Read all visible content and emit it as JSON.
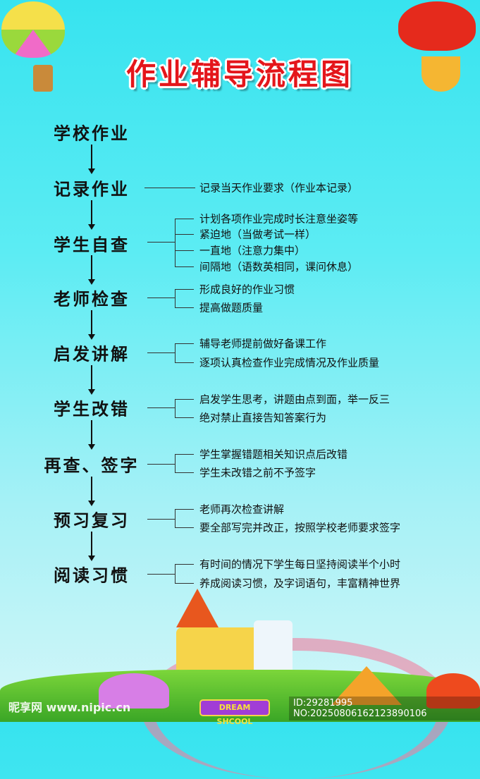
{
  "title": "作业辅导流程图",
  "steps": [
    {
      "label": "学校作业",
      "items": []
    },
    {
      "label": "记录作业",
      "items": [
        "记录当天作业要求（作业本记录）"
      ]
    },
    {
      "label": "学生自查",
      "items": [
        "计划各项作业完成时长注意坐姿等",
        "紧迫地（当做考试一样）",
        "一直地（注意力集中）",
        "间隔地（语数英相同，课问休息）"
      ]
    },
    {
      "label": "老师检查",
      "items": [
        "形成良好的作业习惯",
        "提高做题质量"
      ]
    },
    {
      "label": "启发讲解",
      "items": [
        "辅导老师提前做好备课工作",
        "逐项认真检查作业完成情况及作业质量"
      ]
    },
    {
      "label": "学生改错",
      "items": [
        "启发学生思考，讲题由点到面，举一反三",
        "绝对禁止直接告知答案行为"
      ]
    },
    {
      "label": "再查、签字",
      "items": [
        "学生掌握错题相关知识点后改错",
        "学生未改错之前不予签字"
      ]
    },
    {
      "label": "预习复习",
      "items": [
        "老师再次检查讲解",
        "要全部写完并改正，按照学校老师要求签字"
      ]
    },
    {
      "label": "阅读习惯",
      "items": [
        "有时间的情况下学生每日坚持阅读半个小时",
        "养成阅读习惯，及字词语句，丰富精神世界"
      ]
    }
  ],
  "sign": "DREAM SHCOOL",
  "watermark": {
    "logo": "昵享网 www.nipic.cn",
    "id": "ID:29281995 NO:20250806162123890106"
  }
}
